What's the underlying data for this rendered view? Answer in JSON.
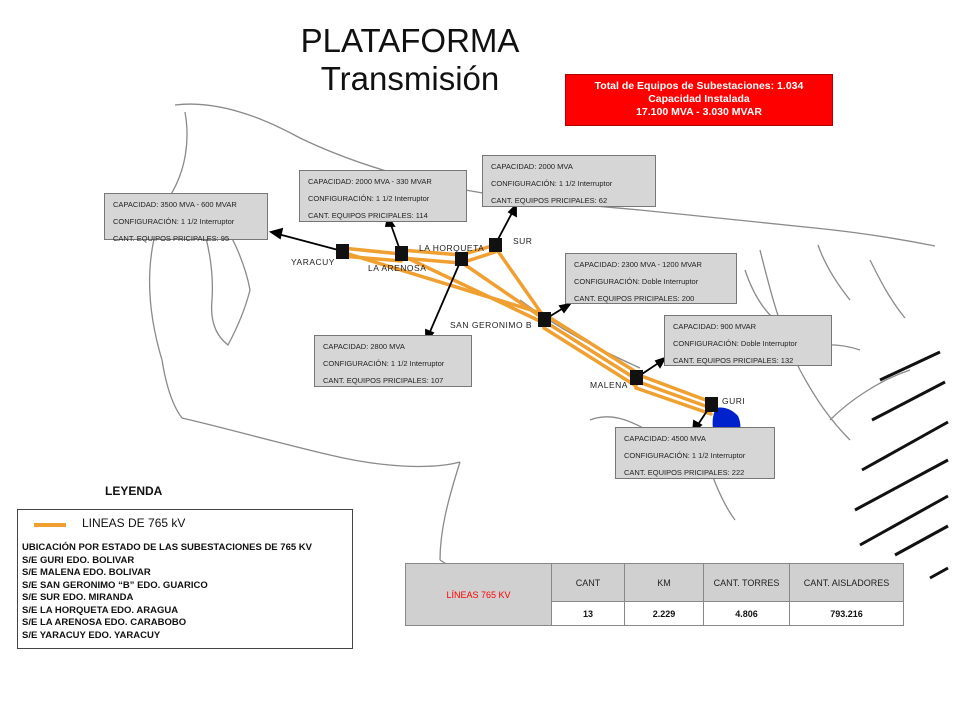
{
  "title": {
    "line1": "PLATAFORMA",
    "line2": "Transmisión"
  },
  "totals": {
    "line1": "Total de Equipos de Subestaciones:  1.034",
    "line2": "Capacidad Instalada",
    "line3": "17.100 MVA    -  3.030 MVAR"
  },
  "colors": {
    "line": "#f0a030",
    "lineDark": "#e08a10",
    "totalsBg": "#ff0000",
    "lake": "#0022cc",
    "coast": "#888888",
    "boxBg": "#d6d6d6"
  },
  "substations": [
    {
      "name": "YARACUY"
    },
    {
      "name": "LA ARENOSA"
    },
    {
      "name": "LA HORQUETA"
    },
    {
      "name": "SUR"
    },
    {
      "name": "SAN GERONIMO B"
    },
    {
      "name": "MALENA"
    },
    {
      "name": "GURI"
    }
  ],
  "info_boxes": [
    {
      "l1": "CAPACIDAD: 3500 MVA -  600 MVAR",
      "l2": "CONFIGURACIÓN: 1 1/2 Interruptor",
      "l3": "CANT. EQUIPOS PRICIPALES: 95"
    },
    {
      "l1": "CAPACIDAD: 2000 MVA  -  330 MVAR",
      "l2": "CONFIGURACIÓN: 1 1/2 Interruptor",
      "l3": "CANT. EQUIPOS PRICIPALES: 114"
    },
    {
      "l1": "CAPACIDAD: 2000 MVA",
      "l2": "CONFIGURACIÓN: 1 1/2 Interruptor",
      "l3": "CANT. EQUIPOS PRICIPALES: 62"
    },
    {
      "l1": "CAPACIDAD: 2300 MVA  - 1200 MVAR",
      "l2": "CONFIGURACIÓN: Doble Interruptor",
      "l3": "CANT. EQUIPOS PRICIPALES: 200"
    },
    {
      "l1": "CAPACIDAD: 2800 MVA",
      "l2": "CONFIGURACIÓN: 1 1/2 Interruptor",
      "l3": "CANT. EQUIPOS PRICIPALES: 107"
    },
    {
      "l1": "CAPACIDAD: 900 MVAR",
      "l2": "CONFIGURACIÓN: Doble Interruptor",
      "l3": "CANT. EQUIPOS PRICIPALES: 132"
    },
    {
      "l1": "CAPACIDAD: 4500 MVA",
      "l2": "CONFIGURACIÓN: 1 1/2 Interruptor",
      "l3": "CANT. EQUIPOS PRICIPALES: 222"
    }
  ],
  "legend": {
    "title": "LEYENDA",
    "line_label": "LINEAS DE 765 kV",
    "items": [
      "UBICACIÓN POR ESTADO DE LAS SUBESTACIONES DE 765 KV",
      "S/E GURI EDO. BOLIVAR",
      "S/E MALENA EDO. BOLIVAR",
      "S/E SAN GERONIMO “B” EDO. GUARICO",
      "S/E SUR EDO. MIRANDA",
      "S/E LA HORQUETA EDO. ARAGUA",
      "S/E LA ARENOSA EDO. CARABOBO",
      "S/E YARACUY EDO. YARACUY"
    ]
  },
  "table": {
    "caption": "LÍNEAS 765 KV",
    "headers": [
      "CANT",
      "KM",
      "CANT. TORRES",
      "CANT. AISLADORES"
    ],
    "values": [
      "13",
      "2.229",
      "4.806",
      "793.216"
    ]
  }
}
